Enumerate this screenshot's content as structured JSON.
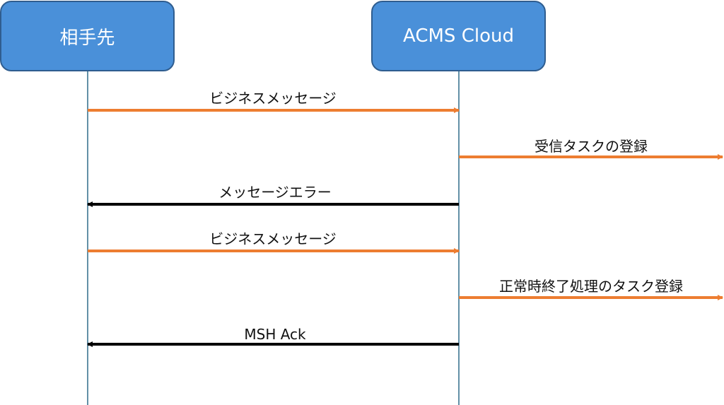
{
  "participants": [
    {
      "id": "partner",
      "label": "相手先"
    },
    {
      "id": "acms",
      "label": "ACMS Cloud"
    }
  ],
  "messages": [
    {
      "label": "ビジネスメッセージ",
      "from": "partner",
      "to": "acms",
      "color": "#ed7d31"
    },
    {
      "label": "受信タスクの登録",
      "from": "acms",
      "to": "outside",
      "color": "#ed7d31"
    },
    {
      "label": "メッセージエラー",
      "from": "acms",
      "to": "partner",
      "color": "#000000"
    },
    {
      "label": "ビジネスメッセージ",
      "from": "partner",
      "to": "acms",
      "color": "#ed7d31"
    },
    {
      "label": "正常時終了処理のタスク登録",
      "from": "acms",
      "to": "outside",
      "color": "#ed7d31"
    },
    {
      "label": "MSH Ack",
      "from": "acms",
      "to": "partner",
      "color": "#000000"
    }
  ],
  "colors": {
    "actor_fill": "#4a90d9",
    "lifeline": "#2e6b8a",
    "request_arrow": "#ed7d31",
    "response_arrow": "#000000"
  }
}
